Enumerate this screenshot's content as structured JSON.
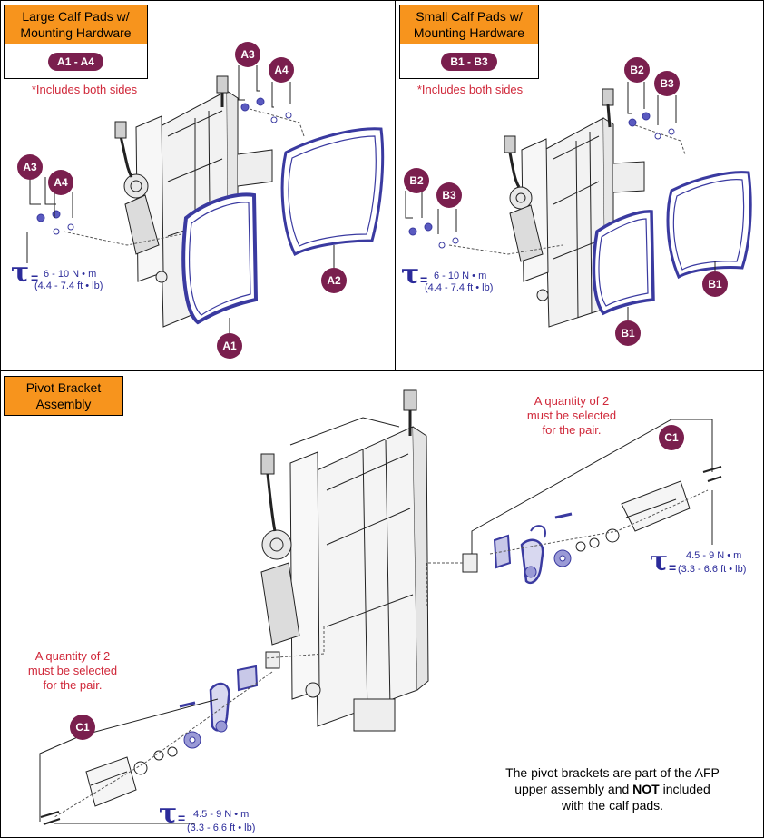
{
  "panels": {
    "large": {
      "title_line1": "Large Calf Pads w/",
      "title_line2": "Mounting Hardware",
      "code": "A1 - A4",
      "note": "*Includes both sides",
      "torque_main": "6 - 10 N • m",
      "torque_alt": "(4.4 - 7.4 ft • lb)",
      "callouts": [
        "A3",
        "A4",
        "A3",
        "A4",
        "A2",
        "A1"
      ]
    },
    "small": {
      "title_line1": "Small Calf Pads w/",
      "title_line2": "Mounting Hardware",
      "code": "B1 - B3",
      "note": "*Includes both sides",
      "torque_main": "6 - 10 N • m",
      "torque_alt": "(4.4 - 7.4 ft • lb)",
      "callouts": [
        "B2",
        "B3",
        "B2",
        "B3",
        "B1",
        "B1"
      ]
    },
    "pivot": {
      "title_line1": "Pivot Bracket",
      "title_line2": "Assembly",
      "qty_note_line1": "A quantity of 2",
      "qty_note_line2": "must be selected",
      "qty_note_line3": "for the pair.",
      "callout": "C1",
      "torque_main": "4.5 - 9 N • m",
      "torque_alt": "(3.3 - 6.6 ft • lb)",
      "bottom_line1": "The pivot brackets are part of the AFP",
      "bottom_line2": "upper assembly and ",
      "bottom_bold": "NOT",
      "bottom_line2b": " included",
      "bottom_line3": "with the calf pads."
    }
  },
  "symbols": {
    "tau": "τ",
    "equals": "="
  },
  "colors": {
    "title_bg": "#f7941d",
    "callout": "#7a1f4e",
    "note_red": "#d0283a",
    "torque_blue": "#2b2b9a",
    "pad_blue": "#3a3aa0"
  }
}
